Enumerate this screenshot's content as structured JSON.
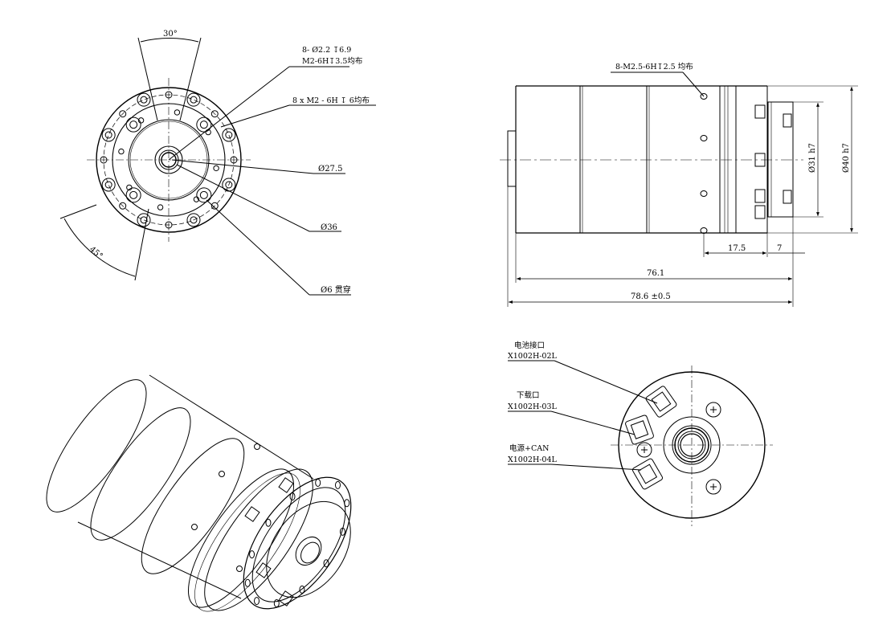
{
  "colors": {
    "line": "#000000",
    "background": "#ffffff"
  },
  "front_view": {
    "angle_top": "30°",
    "angle_side": "45°",
    "callout_holes_1_line1": "8- Ø2.2 ↧6.9",
    "callout_holes_1_line2": "M2-6H↧3.5均布",
    "callout_holes_2": "8 x  M2 - 6H ↧ 6均布",
    "dia_pitch": "Ø27.5",
    "dia_outer": "Ø36",
    "dia_bore": "Ø6 贯穿"
  },
  "side_view": {
    "callout_holes": "8-M2.5-6H↧2.5 均布",
    "dia_31": "Ø31 h7",
    "dia_40": "Ø40 h7",
    "dim_17_5": "17.5",
    "dim_7": "7",
    "dim_76_1": "76.1",
    "dim_78_6": "78.6 ±0.5"
  },
  "rear_view": {
    "connectors": [
      {
        "name": "电池接口",
        "part": "X1002H-02L"
      },
      {
        "name": "下载口",
        "part": "X1002H-03L"
      },
      {
        "name": "电源+CAN",
        "part": "X1002H-04L"
      }
    ]
  }
}
